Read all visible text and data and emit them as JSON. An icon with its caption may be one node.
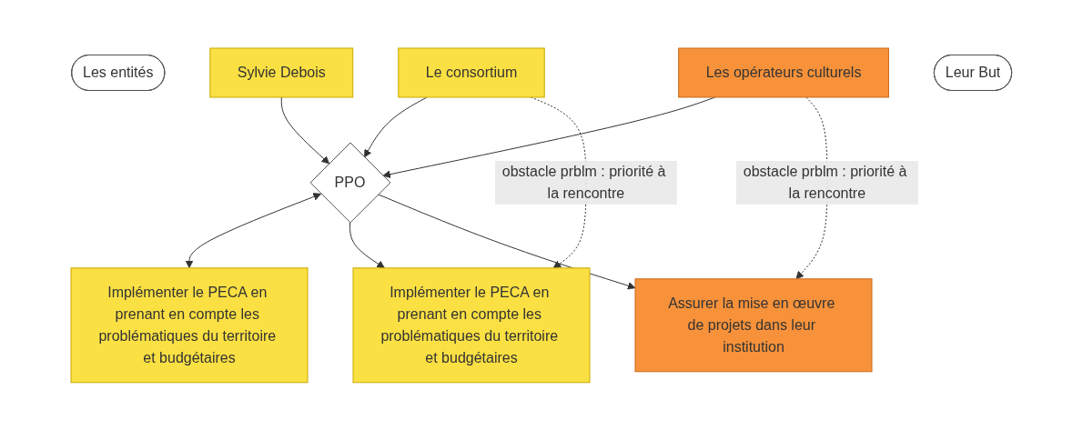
{
  "diagram": {
    "nodes": [
      {
        "text": [
          "Les entités"
        ]
      },
      {
        "text": [
          "Sylvie Debois"
        ]
      },
      {
        "text": [
          "Le consortium"
        ]
      },
      {
        "text": [
          "Les opérateurs culturels"
        ]
      },
      {
        "text": [
          "PPO"
        ]
      },
      {
        "text": [
          "Leur But"
        ]
      },
      {
        "text": [
          "Implémenter le PECA en prenant en compte les problématiques du territoire et budgétaires"
        ]
      },
      {
        "text": [
          "Implémenter le PECA en prenant en compte les problématiques du territoire et budgétaires"
        ]
      },
      {
        "text": [
          "Assurer la mise en œuvre de projets dans leur institution"
        ]
      }
    ],
    "edges": [
      {
        "from": 1,
        "to": 4,
        "arrow": "to"
      },
      {
        "from": 2,
        "to": 4,
        "arrow": "to"
      },
      {
        "from": 3,
        "to": 4,
        "arrow": "to"
      },
      {
        "from": 2,
        "to": 7,
        "arrow": "to",
        "style": "dashed",
        "label": "obstacle prblm : priorité à la rencontre"
      },
      {
        "from": 3,
        "to": 8,
        "arrow": "to",
        "style": "dashed",
        "label": "obstacle prblm : priorité à la rencontre"
      },
      {
        "from": 4,
        "to": 6,
        "arrow": "both"
      },
      {
        "from": 4,
        "to": 7,
        "arrow": "to"
      },
      {
        "from": 4,
        "to": 8,
        "arrow": "to"
      }
    ]
  }
}
